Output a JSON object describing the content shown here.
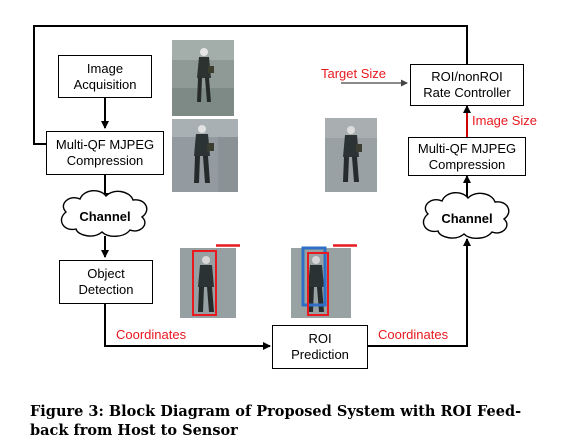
{
  "blocks": {
    "image_acquisition": [
      "Image",
      "Acquisition"
    ],
    "compression_left": [
      "Multi-QF MJPEG",
      "Compression"
    ],
    "object_detection": [
      "Object",
      "Detection"
    ],
    "roi_prediction": [
      "ROI",
      "Prediction"
    ],
    "compression_right": [
      "Multi-QF MJPEG",
      "Compression"
    ],
    "rate_controller": [
      "ROI/nonROI",
      "Rate Controller"
    ]
  },
  "channels": {
    "left": "Channel",
    "right": "Channel"
  },
  "signals": {
    "coordinates_left": "Coordinates",
    "coordinates_right": "Coordinates",
    "target_size": "Target Size",
    "image_size": "Image Size"
  },
  "caption": "Figure 3: Block Diagram of Proposed System with ROI Feed-back from Host to Sensor",
  "colors": {
    "signal_label": "#e8191f",
    "detection_box": "#e8191f",
    "prediction_box": "#2f6fc6",
    "line": "#000000"
  },
  "icons": {
    "channel": "cloud-icon",
    "frames": "pedestrian-frame-icon"
  }
}
